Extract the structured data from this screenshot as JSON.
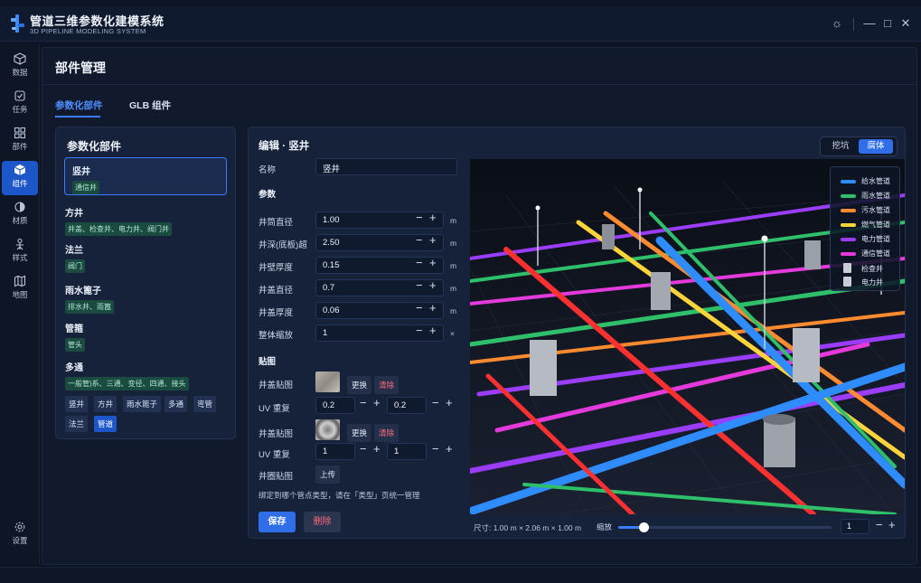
{
  "app": {
    "title": "管道三维参数化建模系统",
    "subtitle": "3D PIPELINE MODELING SYSTEM",
    "window_controls": [
      "sun-icon",
      "minimize-icon",
      "maximize-icon",
      "close-icon"
    ]
  },
  "sidebar": {
    "items": [
      {
        "label": "数据",
        "icon": "cube-icon"
      },
      {
        "label": "任务",
        "icon": "task-icon"
      },
      {
        "label": "部件",
        "icon": "parts-icon"
      },
      {
        "label": "组件",
        "icon": "component-icon",
        "active": true
      },
      {
        "label": "材质",
        "icon": "material-icon"
      },
      {
        "label": "样式",
        "icon": "style-icon"
      },
      {
        "label": "地图",
        "icon": "map-icon"
      }
    ],
    "settings_label": "设置"
  },
  "page": {
    "title": "部件管理",
    "tabs": [
      {
        "label": "参数化部件",
        "active": true
      },
      {
        "label": "GLB 组件",
        "active": false
      }
    ]
  },
  "left_panel": {
    "title": "参数化部件",
    "components": [
      {
        "name": "竖井",
        "tags": "通信井",
        "selected": true
      },
      {
        "name": "方井",
        "tags": "井盖、检查井、电力井、阀门井"
      },
      {
        "name": "法兰",
        "tags": "阀门"
      },
      {
        "name": "雨水篦子",
        "tags": "排水井、雨篦"
      },
      {
        "name": "管箍",
        "tags": "管头"
      },
      {
        "name": "多通",
        "tags": "一般管)系、三通、变径、四通、接头"
      }
    ],
    "filter_chips": [
      {
        "label": "竖井",
        "on": false
      },
      {
        "label": "方井",
        "on": false
      },
      {
        "label": "雨水篦子",
        "on": false
      },
      {
        "label": "多通",
        "on": false
      },
      {
        "label": "弯管",
        "on": false
      },
      {
        "label": "法兰",
        "on": false
      },
      {
        "label": "管道",
        "on": true
      }
    ]
  },
  "editor": {
    "title": "编辑 · 竖井",
    "name_label": "名称",
    "name_value": "竖井",
    "params_section": "参数",
    "params": [
      {
        "label": "井筒直径",
        "value": "1.00",
        "unit": "m"
      },
      {
        "label": "井深(底板)超",
        "value": "2.50",
        "unit": "m"
      },
      {
        "label": "井壁厚度",
        "value": "0.15",
        "unit": "m"
      },
      {
        "label": "井盖直径",
        "value": "0.7",
        "unit": "m"
      },
      {
        "label": "井盖厚度",
        "value": "0.06",
        "unit": "m"
      },
      {
        "label": "整体缩放",
        "value": "1",
        "unit": "×"
      }
    ],
    "texture_section": "贴图",
    "cover_texture_label": "井盖贴图",
    "replace_label": "更换",
    "clear_label": "清除",
    "uv_label": "UV 重复",
    "uv1": [
      "0.2",
      "0.2"
    ],
    "cover_texture2_label": "井盖贴图",
    "uv2": [
      "1",
      "1"
    ],
    "ring_texture_label": "井圈贴图",
    "upload_label": "上传",
    "note": "绑定到哪个管点类型，请在「类型」页统一管理",
    "save_label": "保存",
    "delete_label": "删除"
  },
  "viewport": {
    "mode_buttons": [
      {
        "label": "挖坑",
        "active": false
      },
      {
        "label": "腐体",
        "active": true
      }
    ],
    "legend": [
      {
        "label": "给水管道",
        "color": "#2f8cff"
      },
      {
        "label": "雨水管道",
        "color": "#2fbf6a"
      },
      {
        "label": "污水管道",
        "color": "#ff8a2f"
      },
      {
        "label": "燃气管道",
        "color": "#ffd43a"
      },
      {
        "label": "电力管道",
        "color": "#9b3dff"
      },
      {
        "label": "通信管道",
        "color": "#e43adc"
      },
      {
        "label": "检查井",
        "color": "#c8ccd4"
      },
      {
        "label": "电力井",
        "color": "#c8ccd4"
      }
    ],
    "size_info": "尺寸: 1.00 m × 2.06 m × 1.00 m",
    "zoom_label": "缩放",
    "zoom_value": "1",
    "zoom_fraction": 0.12
  }
}
